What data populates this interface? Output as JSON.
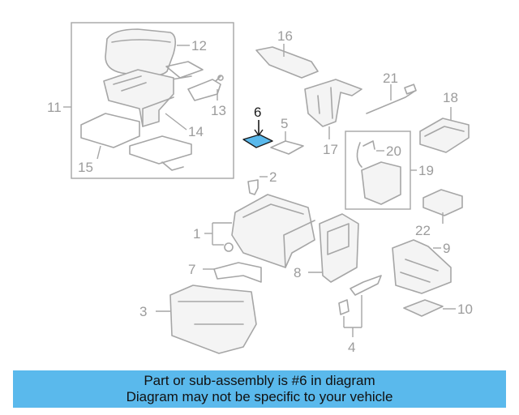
{
  "highlighted_part": "6",
  "highlight_color": "#5ab9ec",
  "callouts": [
    "1",
    "2",
    "3",
    "4",
    "5",
    "6",
    "7",
    "8",
    "9",
    "10",
    "11",
    "12",
    "13",
    "14",
    "15",
    "16",
    "17",
    "18",
    "19",
    "20",
    "21",
    "22"
  ],
  "banner": {
    "line1": "Part or sub-assembly is #6 in diagram",
    "line2": "Diagram may not be specific to your vehicle"
  }
}
